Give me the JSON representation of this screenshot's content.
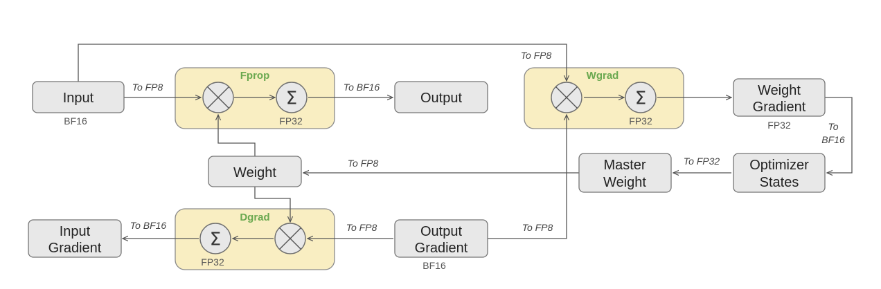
{
  "groups": {
    "fprop": {
      "label": "Fprop",
      "precision": "FP32"
    },
    "wgrad": {
      "label": "Wgrad",
      "precision": "FP32"
    },
    "dgrad": {
      "label": "Dgrad",
      "precision": "FP32"
    }
  },
  "nodes": {
    "input": {
      "label": "Input",
      "dtype": "BF16"
    },
    "output": {
      "label": "Output"
    },
    "weight": {
      "label": "Weight"
    },
    "input_gradient": {
      "line1": "Input",
      "line2": "Gradient"
    },
    "output_gradient": {
      "line1": "Output",
      "line2": "Gradient",
      "dtype": "BF16"
    },
    "weight_gradient": {
      "line1": "Weight",
      "line2": "Gradient",
      "dtype": "FP32"
    },
    "master_weight": {
      "line1": "Master",
      "line2": "Weight"
    },
    "optimizer_states": {
      "line1": "Optimizer",
      "line2": "States"
    }
  },
  "operators": {
    "multiply_symbol": "×",
    "sum_symbol": "Σ"
  },
  "edge_labels": {
    "input_to_fprop": "To FP8",
    "fprop_to_output": "To BF16",
    "input_to_wgrad": "To FP8",
    "master_to_weight": "To FP8",
    "optimizer_to_master": "To FP32",
    "wgrad_to_optimizer_line1": "To",
    "wgrad_to_optimizer_line2": "BF16",
    "outgrad_to_dgrad": "To FP8",
    "outgrad_to_wgrad": "To FP8",
    "dgrad_to_ingrad": "To BF16"
  },
  "colors": {
    "group_fill": "#f9eec2",
    "group_title": "#6aa84f",
    "node_fill": "#e8e8e8",
    "edge": "#555555"
  }
}
